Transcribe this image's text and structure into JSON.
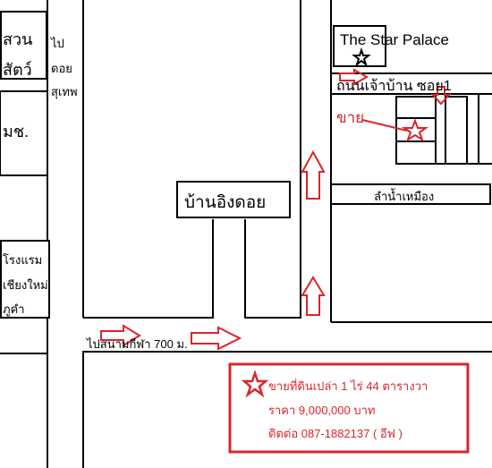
{
  "labels": {
    "zoo_line1": "สวน",
    "zoo_line2": "สัตว์",
    "to_line1": "ไป",
    "to_line2": "ดอย",
    "to_line3": "สุเทพ",
    "cmu": "มช.",
    "hotel_line1": "โรงแรม",
    "hotel_line2": "เชียงใหม่",
    "hotel_line3": "ภูคำ",
    "star_palace": "The Star Palace",
    "soi": "ถนนเจ้าบ้าน ซอย1",
    "sale": "ขาย",
    "canal": "ลำน้ำเหมือง",
    "ban_ing_doi": "บ้านอิงดอย",
    "stadium": "ไปสนามกีฬา 700 ม."
  },
  "ad": {
    "line1": "ขายที่ดินเปล่า 1 ไร่ 44 ตารางวา",
    "line2": "ราคา 9,000,000 บาท",
    "line3": "ติดต่อ 087-1882137  ( อีฟ )"
  },
  "colors": {
    "accent": "#d9262b",
    "line": "#000000"
  }
}
